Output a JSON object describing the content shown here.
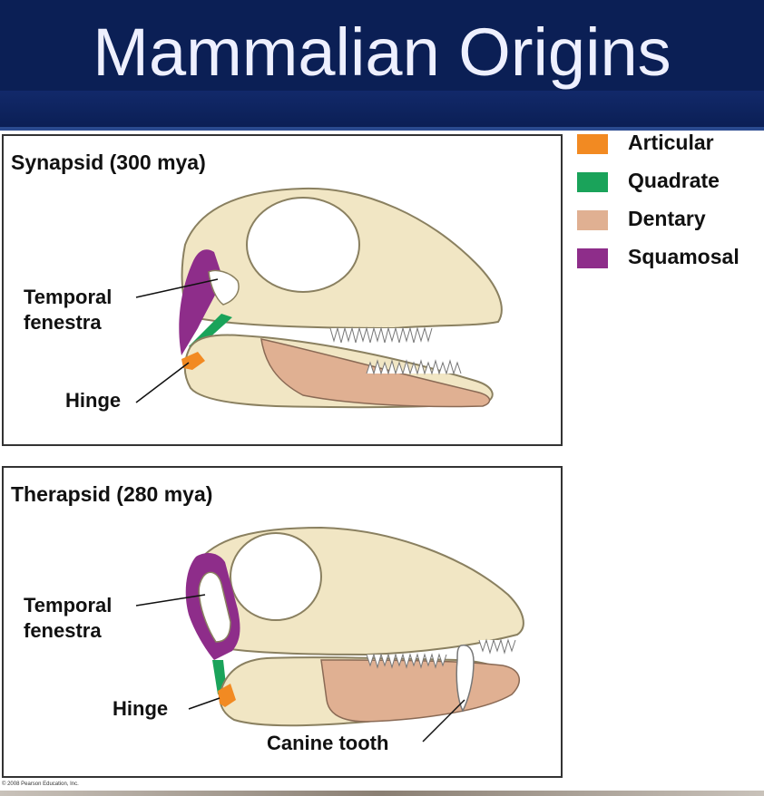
{
  "title": "Mammalian Origins",
  "legend": [
    {
      "label": "Articular",
      "color": "#f28a22"
    },
    {
      "label": "Quadrate",
      "color": "#1aa35a"
    },
    {
      "label": "Dentary",
      "color": "#e0b092"
    },
    {
      "label": "Squamosal",
      "color": "#8e2d8a"
    }
  ],
  "panels": [
    {
      "title": "Synapsid (300 mya)",
      "labels": {
        "temporal_line1": "Temporal",
        "temporal_line2": "fenestra",
        "hinge": "Hinge"
      }
    },
    {
      "title": "Therapsid (280 mya)",
      "labels": {
        "temporal_line1": "Temporal",
        "temporal_line2": "fenestra",
        "hinge": "Hinge",
        "canine": "Canine tooth"
      }
    }
  ],
  "copyright": "© 2008 Pearson Education, Inc."
}
